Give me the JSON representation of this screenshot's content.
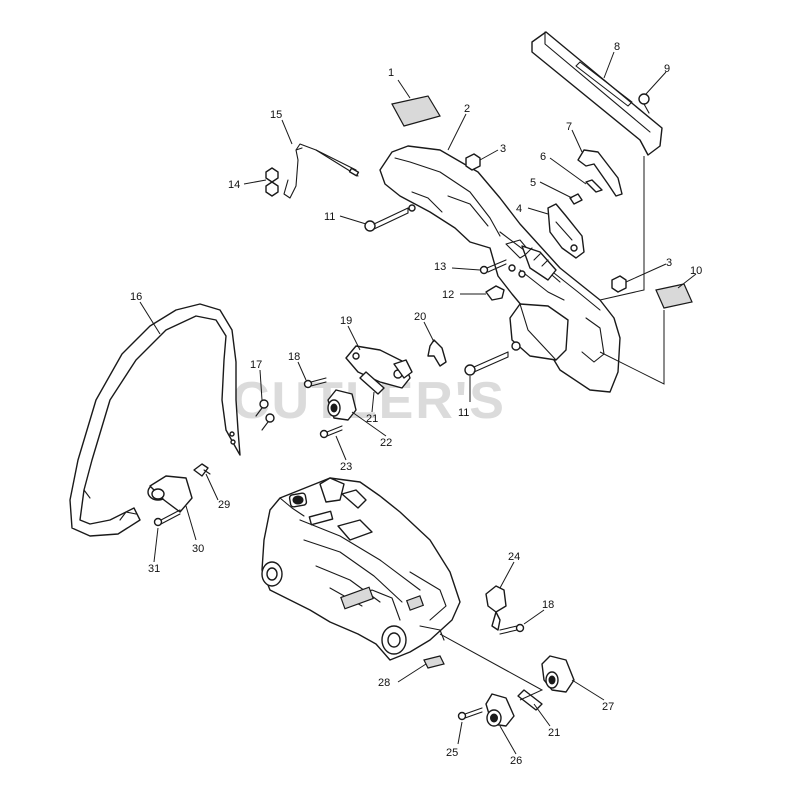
{
  "watermark": "CUTLER'S",
  "callouts": [
    {
      "id": "c1",
      "text": "1"
    },
    {
      "id": "c2",
      "text": "2"
    },
    {
      "id": "c3a",
      "text": "3"
    },
    {
      "id": "c3b",
      "text": "3"
    },
    {
      "id": "c4",
      "text": "4"
    },
    {
      "id": "c5",
      "text": "5"
    },
    {
      "id": "c6",
      "text": "6"
    },
    {
      "id": "c7",
      "text": "7"
    },
    {
      "id": "c8",
      "text": "8"
    },
    {
      "id": "c9",
      "text": "9"
    },
    {
      "id": "c10",
      "text": "10"
    },
    {
      "id": "c11a",
      "text": "11"
    },
    {
      "id": "c11b",
      "text": "11"
    },
    {
      "id": "c12",
      "text": "12"
    },
    {
      "id": "c13",
      "text": "13"
    },
    {
      "id": "c14",
      "text": "14"
    },
    {
      "id": "c15",
      "text": "15"
    },
    {
      "id": "c16",
      "text": "16"
    },
    {
      "id": "c17",
      "text": "17"
    },
    {
      "id": "c18a",
      "text": "18"
    },
    {
      "id": "c18b",
      "text": "18"
    },
    {
      "id": "c19",
      "text": "19"
    },
    {
      "id": "c20",
      "text": "20"
    },
    {
      "id": "c21a",
      "text": "21"
    },
    {
      "id": "c21b",
      "text": "21"
    },
    {
      "id": "c22",
      "text": "22"
    },
    {
      "id": "c23",
      "text": "23"
    },
    {
      "id": "c24",
      "text": "24"
    },
    {
      "id": "c25",
      "text": "25"
    },
    {
      "id": "c26",
      "text": "26"
    },
    {
      "id": "c27",
      "text": "27"
    },
    {
      "id": "c28",
      "text": "28"
    },
    {
      "id": "c29",
      "text": "29"
    },
    {
      "id": "c30",
      "text": "30"
    },
    {
      "id": "c31",
      "text": "31"
    }
  ]
}
